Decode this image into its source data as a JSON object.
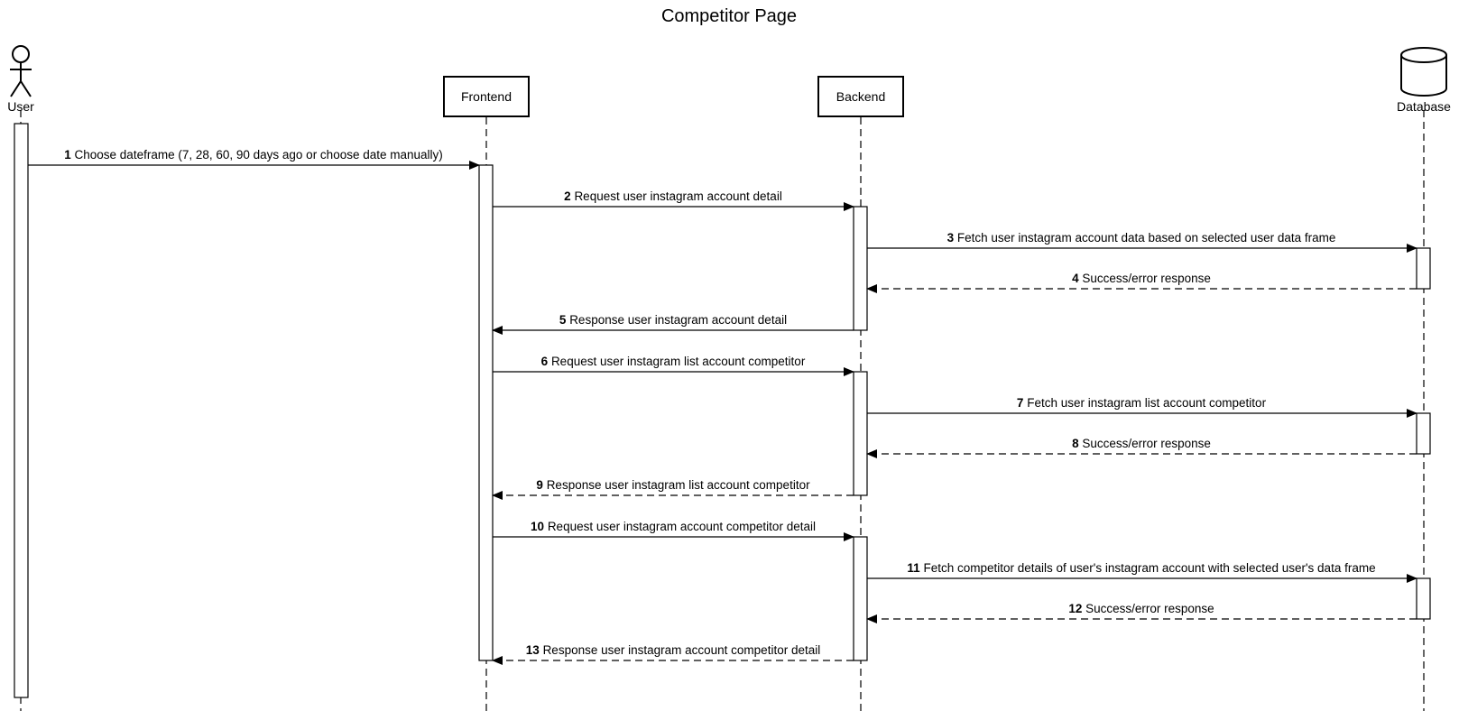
{
  "title": "Competitor Page",
  "participants": [
    {
      "id": "user",
      "label": "User",
      "kind": "actor"
    },
    {
      "id": "frontend",
      "label": "Frontend",
      "kind": "box"
    },
    {
      "id": "backend",
      "label": "Backend",
      "kind": "box"
    },
    {
      "id": "database",
      "label": "Database",
      "kind": "database"
    }
  ],
  "messages": [
    {
      "num": "1",
      "text": "Choose dateframe (7, 28, 60, 90 days ago or choose date manually)",
      "from": "user",
      "to": "frontend",
      "style": "solid"
    },
    {
      "num": "2",
      "text": "Request user instagram account detail",
      "from": "frontend",
      "to": "backend",
      "style": "solid"
    },
    {
      "num": "3",
      "text": "Fetch user instagram account data based on selected user data frame",
      "from": "backend",
      "to": "database",
      "style": "solid"
    },
    {
      "num": "4",
      "text": "Success/error response",
      "from": "database",
      "to": "backend",
      "style": "dashed"
    },
    {
      "num": "5",
      "text": "Response user instagram account detail",
      "from": "backend",
      "to": "frontend",
      "style": "solid"
    },
    {
      "num": "6",
      "text": "Request user instagram list account competitor",
      "from": "frontend",
      "to": "backend",
      "style": "solid"
    },
    {
      "num": "7",
      "text": "Fetch user instagram list account competitor",
      "from": "backend",
      "to": "database",
      "style": "solid"
    },
    {
      "num": "8",
      "text": "Success/error response",
      "from": "database",
      "to": "backend",
      "style": "dashed"
    },
    {
      "num": "9",
      "text": "Response user instagram list account competitor",
      "from": "backend",
      "to": "frontend",
      "style": "dashed"
    },
    {
      "num": "10",
      "text": "Request user instagram account competitor detail",
      "from": "frontend",
      "to": "backend",
      "style": "solid"
    },
    {
      "num": "11",
      "text": "Fetch competitor details of user's instagram account with selected user's data frame",
      "from": "backend",
      "to": "database",
      "style": "solid"
    },
    {
      "num": "12",
      "text": "Success/error response",
      "from": "database",
      "to": "backend",
      "style": "dashed"
    },
    {
      "num": "13",
      "text": "Response user instagram account competitor detail",
      "from": "backend",
      "to": "frontend",
      "style": "dashed"
    }
  ]
}
